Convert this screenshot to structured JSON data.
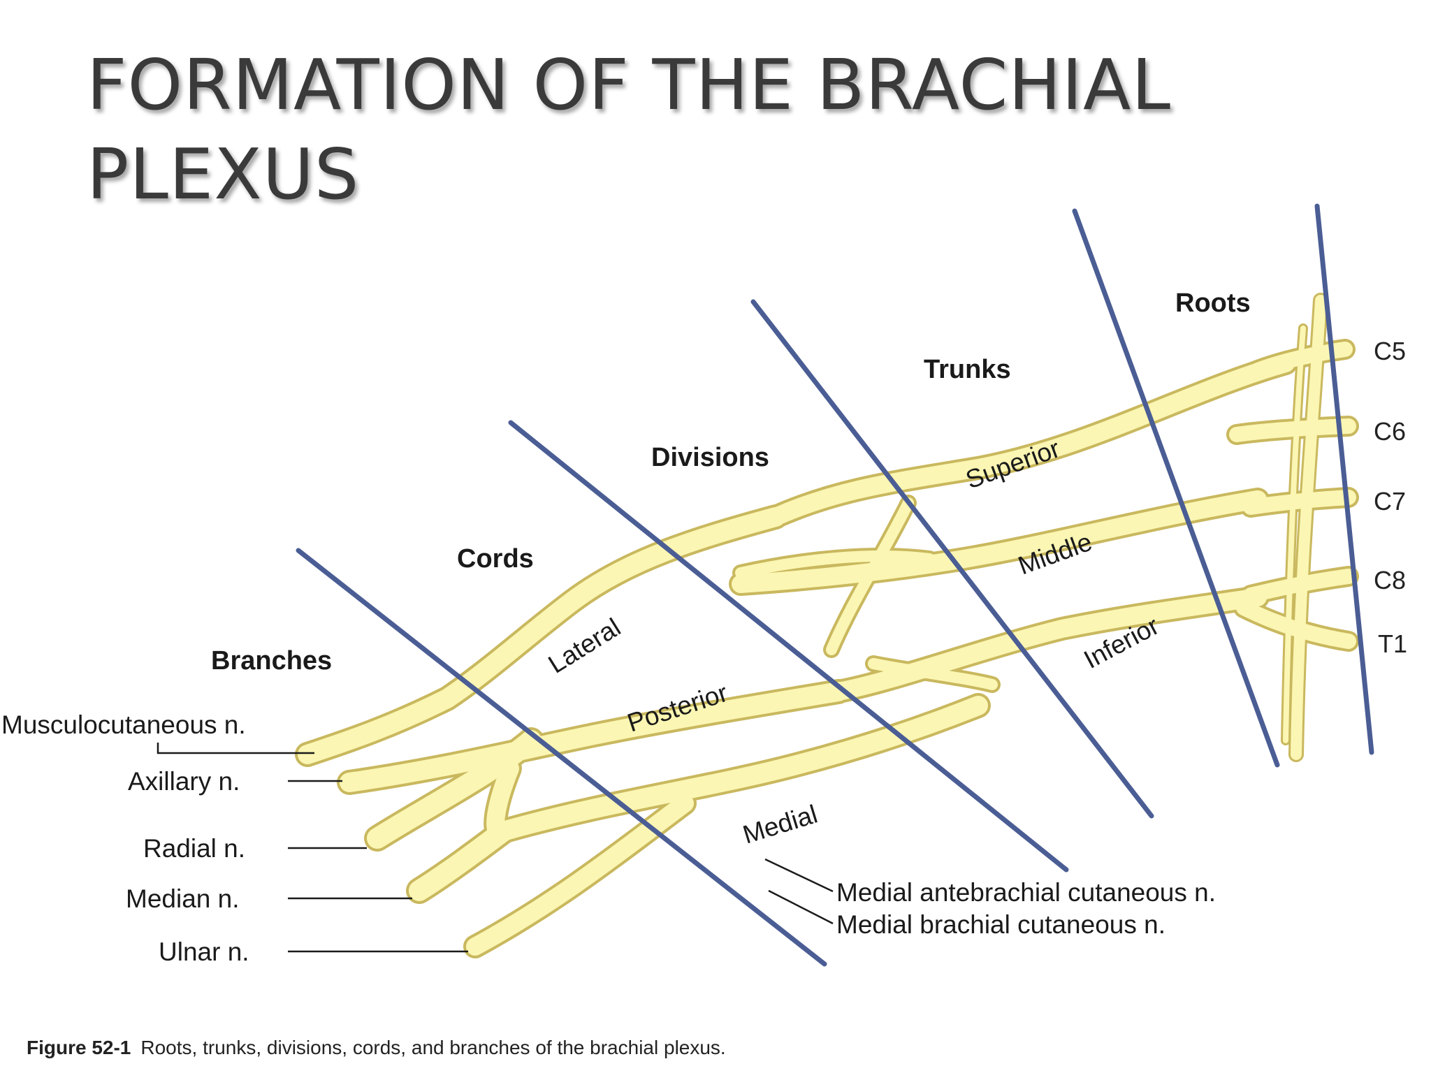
{
  "title": {
    "line1": "FORMATION OF THE BRACHIAL",
    "line2": "PLEXUS"
  },
  "sections": {
    "roots": "Roots",
    "trunks": "Trunks",
    "divisions": "Divisions",
    "cords": "Cords",
    "branches": "Branches"
  },
  "root_labels": [
    "C5",
    "C6",
    "C7",
    "C8",
    "T1"
  ],
  "trunk_labels": {
    "superior": "Superior",
    "middle": "Middle",
    "inferior": "Inferior"
  },
  "cord_labels": {
    "lateral": "Lateral",
    "posterior": "Posterior",
    "medial": "Medial"
  },
  "branch_labels": {
    "musculocutaneous": "Musculocutaneous n.",
    "axillary": "Axillary n.",
    "radial": "Radial n.",
    "median": "Median n.",
    "ulnar": "Ulnar n.",
    "medial_antebrachial": "Medial antebrachial cutaneous n.",
    "medial_brachial": "Medial brachial cutaneous n."
  },
  "caption": {
    "figure": "Figure 52-1",
    "text": "Roots, trunks, divisions, cords, and branches of the brachial plexus."
  },
  "colors": {
    "nerve_fill": "#fbf6b3",
    "nerve_outline": "#c9b85e",
    "separator": "#4a5d94",
    "title": "#3a3a3a"
  }
}
